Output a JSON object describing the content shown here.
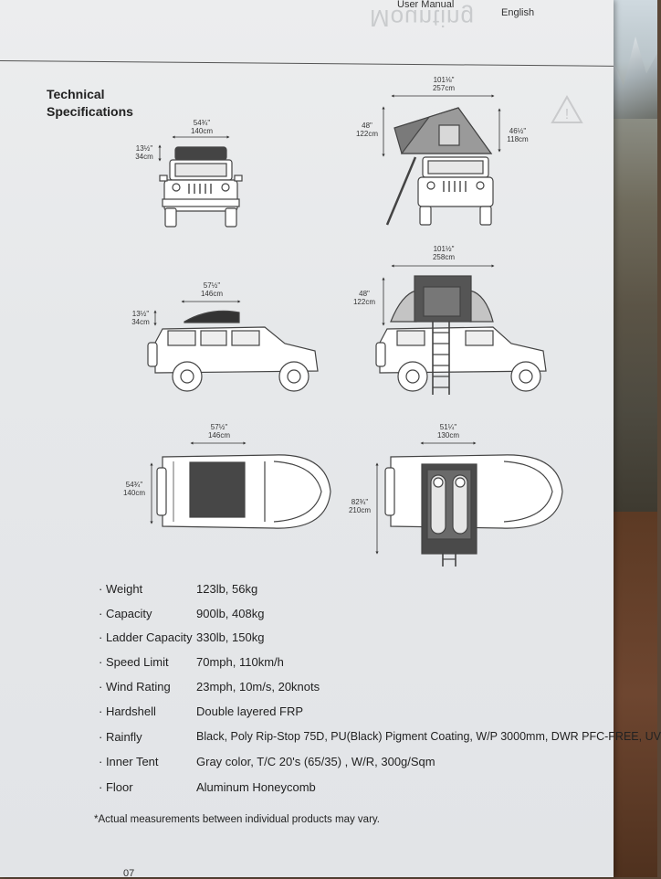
{
  "header": {
    "manual": "User Manual",
    "language": "English",
    "ghost_title": "Mounting"
  },
  "section_title_line1": "Technical",
  "section_title_line2": "Specifications",
  "dimensions": {
    "front_closed_width_in": "54¾\"",
    "front_closed_width_cm": "140cm",
    "front_closed_height_in": "13½\"",
    "front_closed_height_cm": "34cm",
    "front_open_width_in": "101⅛\"",
    "front_open_width_cm": "257cm",
    "front_open_height_in": "48\"",
    "front_open_height_cm": "122cm",
    "front_open_side_in": "46½\"",
    "front_open_side_cm": "118cm",
    "side_closed_length_in": "57½\"",
    "side_closed_length_cm": "146cm",
    "side_closed_height_in": "13½\"",
    "side_closed_height_cm": "34cm",
    "side_open_length_in": "101½\"",
    "side_open_length_cm": "258cm",
    "side_open_height_in": "48\"",
    "side_open_height_cm": "122cm",
    "top_closed_length_in": "57½\"",
    "top_closed_length_cm": "146cm",
    "top_closed_width_in": "54¾\"",
    "top_closed_width_cm": "140cm",
    "top_open_width_in": "51¼\"",
    "top_open_width_cm": "130cm",
    "top_open_length_in": "82¾\"",
    "top_open_length_cm": "210cm"
  },
  "specs": [
    {
      "label": "· Weight",
      "value": "123lb, 56kg"
    },
    {
      "label": "· Capacity",
      "value": "900lb, 408kg"
    },
    {
      "label": "· Ladder Capacity",
      "value": "330lb, 150kg"
    },
    {
      "label": "· Speed Limit",
      "value": "70mph, 110km/h"
    },
    {
      "label": "· Wind Rating",
      "value": "23mph, 10m/s, 20knots"
    },
    {
      "label": "· Hardshell",
      "value": "Double layered FRP"
    },
    {
      "label": "· Rainfly",
      "value": "Black, Poly Rip-Stop 75D, PU(Black) Pigment Coating, W/P 3000mm, DWR PFC-FREE, UV"
    },
    {
      "label": "· Inner Tent",
      "value": "Gray color, T/C 20's (65/35) , W/R, 300g/Sqm"
    },
    {
      "label": "· Floor",
      "value": "Aluminum Honeycomb"
    }
  ],
  "footnote": "*Actual measurements between individual products may vary.",
  "page_number": "07",
  "colors": {
    "page": "#e8e9eb",
    "ink": "#222222",
    "tent": "#4a4a4a"
  }
}
